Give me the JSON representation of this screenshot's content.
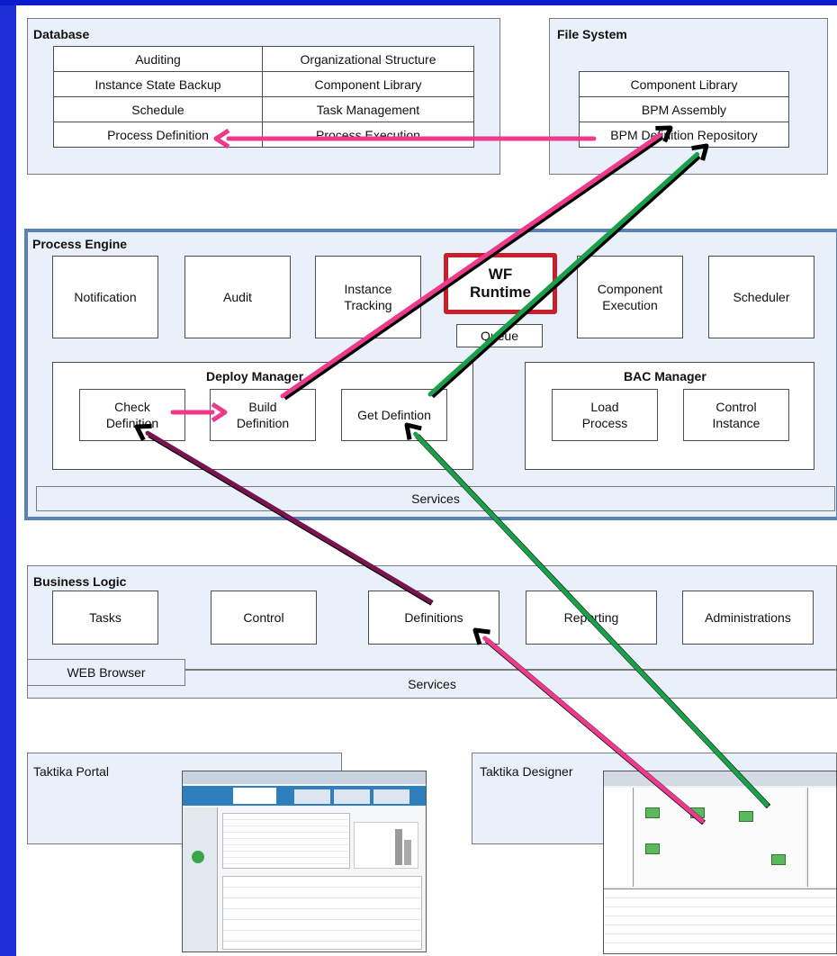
{
  "database": {
    "title": "Database",
    "cells": [
      "Auditing",
      "Organizational Structure",
      "Instance State Backup",
      "Component Library",
      "Schedule",
      "Task Management",
      "Process Definition",
      "Process Execution"
    ]
  },
  "file_system": {
    "title": "File System",
    "cells": [
      "Component Library",
      "BPM Assembly",
      "BPM Definition Repository"
    ]
  },
  "process_engine": {
    "title": "Process Engine",
    "modules": [
      "Notification",
      "Audit",
      "Instance\nTracking",
      "Component\nExecution",
      "Scheduler"
    ],
    "wf_runtime": "WF\nRuntime",
    "queue": "Queue",
    "deploy_manager": {
      "title": "Deploy Manager",
      "items": [
        "Check\nDefinition",
        "Build\nDefinition",
        "Get Defintion"
      ]
    },
    "bac_manager": {
      "title": "BAC Manager",
      "items": [
        "Load\nProcess",
        "Control\nInstance"
      ]
    },
    "services": "Services"
  },
  "business_logic": {
    "title": "Business Logic",
    "modules": [
      "Tasks",
      "Control",
      "Definitions",
      "Reporting",
      "Administrations"
    ],
    "services": "Services"
  },
  "clients": {
    "portal": "Taktika Portal",
    "browser": "WEB Browser",
    "designer": "Taktika Designer"
  },
  "arrow_colors": {
    "pink": "#ee3a8c",
    "green": "#1aa04a",
    "black": "#000000"
  }
}
